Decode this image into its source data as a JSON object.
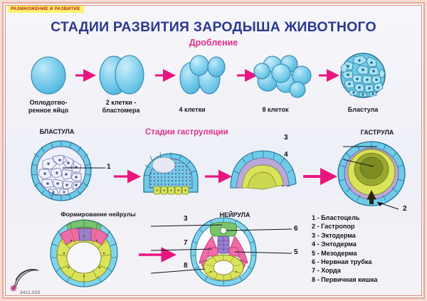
{
  "poster": {
    "badge": "РАЗМНОЖЕНИЕ И РАЗВИТИЕ",
    "title": "СТАДИИ РАЗВИТИЯ ЗАРОДЫША ЖИВОТНОГО",
    "code": "3411.025",
    "colors": {
      "title": "#2b3a8f",
      "accent_magenta": "#e0308c",
      "badge_bg": "#fdf36a",
      "badge_text": "#b81515",
      "frame": "#e8a898",
      "cell_blue": "#7fd4ec",
      "cell_yellow": "#dbe35a",
      "cell_pink": "#f06ba8",
      "cell_purple": "#9b7fd0",
      "cell_green": "#79c46a",
      "arrow": "#e8167e"
    }
  },
  "cleavage": {
    "heading": "Дробление",
    "stages": [
      {
        "label_line1": "Оплодотво-",
        "label_line2": "ренное яйцо",
        "name": "fertilized-egg"
      },
      {
        "label_line1": "2 клетки -",
        "label_line2": "бластомера",
        "name": "two-cells"
      },
      {
        "label_line1": "4 клетки",
        "label_line2": "",
        "name": "four-cells"
      },
      {
        "label_line1": "8 клеток",
        "label_line2": "",
        "name": "eight-cells"
      },
      {
        "label_line1": "Бластула",
        "label_line2": "",
        "name": "blastula"
      }
    ]
  },
  "gastrulation": {
    "heading": "Стадии гаструляции",
    "blastula_label": "БЛАСТУЛА",
    "gastrula_label": "ГАСТРУЛА",
    "callouts": {
      "blastocoel": "1",
      "gastropore": "2",
      "ectoderm": "3",
      "endoderm": "4"
    }
  },
  "neurulation": {
    "forming_label": "Формирование нейрулы",
    "neurula_label": "НЕЙРУЛА",
    "callouts": {
      "ectoderm": "3",
      "notochord": "7",
      "primary_gut": "8",
      "neural_tube": "6",
      "mesoderm": "5"
    }
  },
  "legend": {
    "items": [
      "1 - Бластоцель",
      "2 - Гастропор",
      "3 - Эктодерма",
      "4 - Энтодерма",
      "5 - Мезодерма",
      "6 - Нервная трубка",
      "7 - Хорда",
      "8 - Первичная кишка"
    ]
  }
}
